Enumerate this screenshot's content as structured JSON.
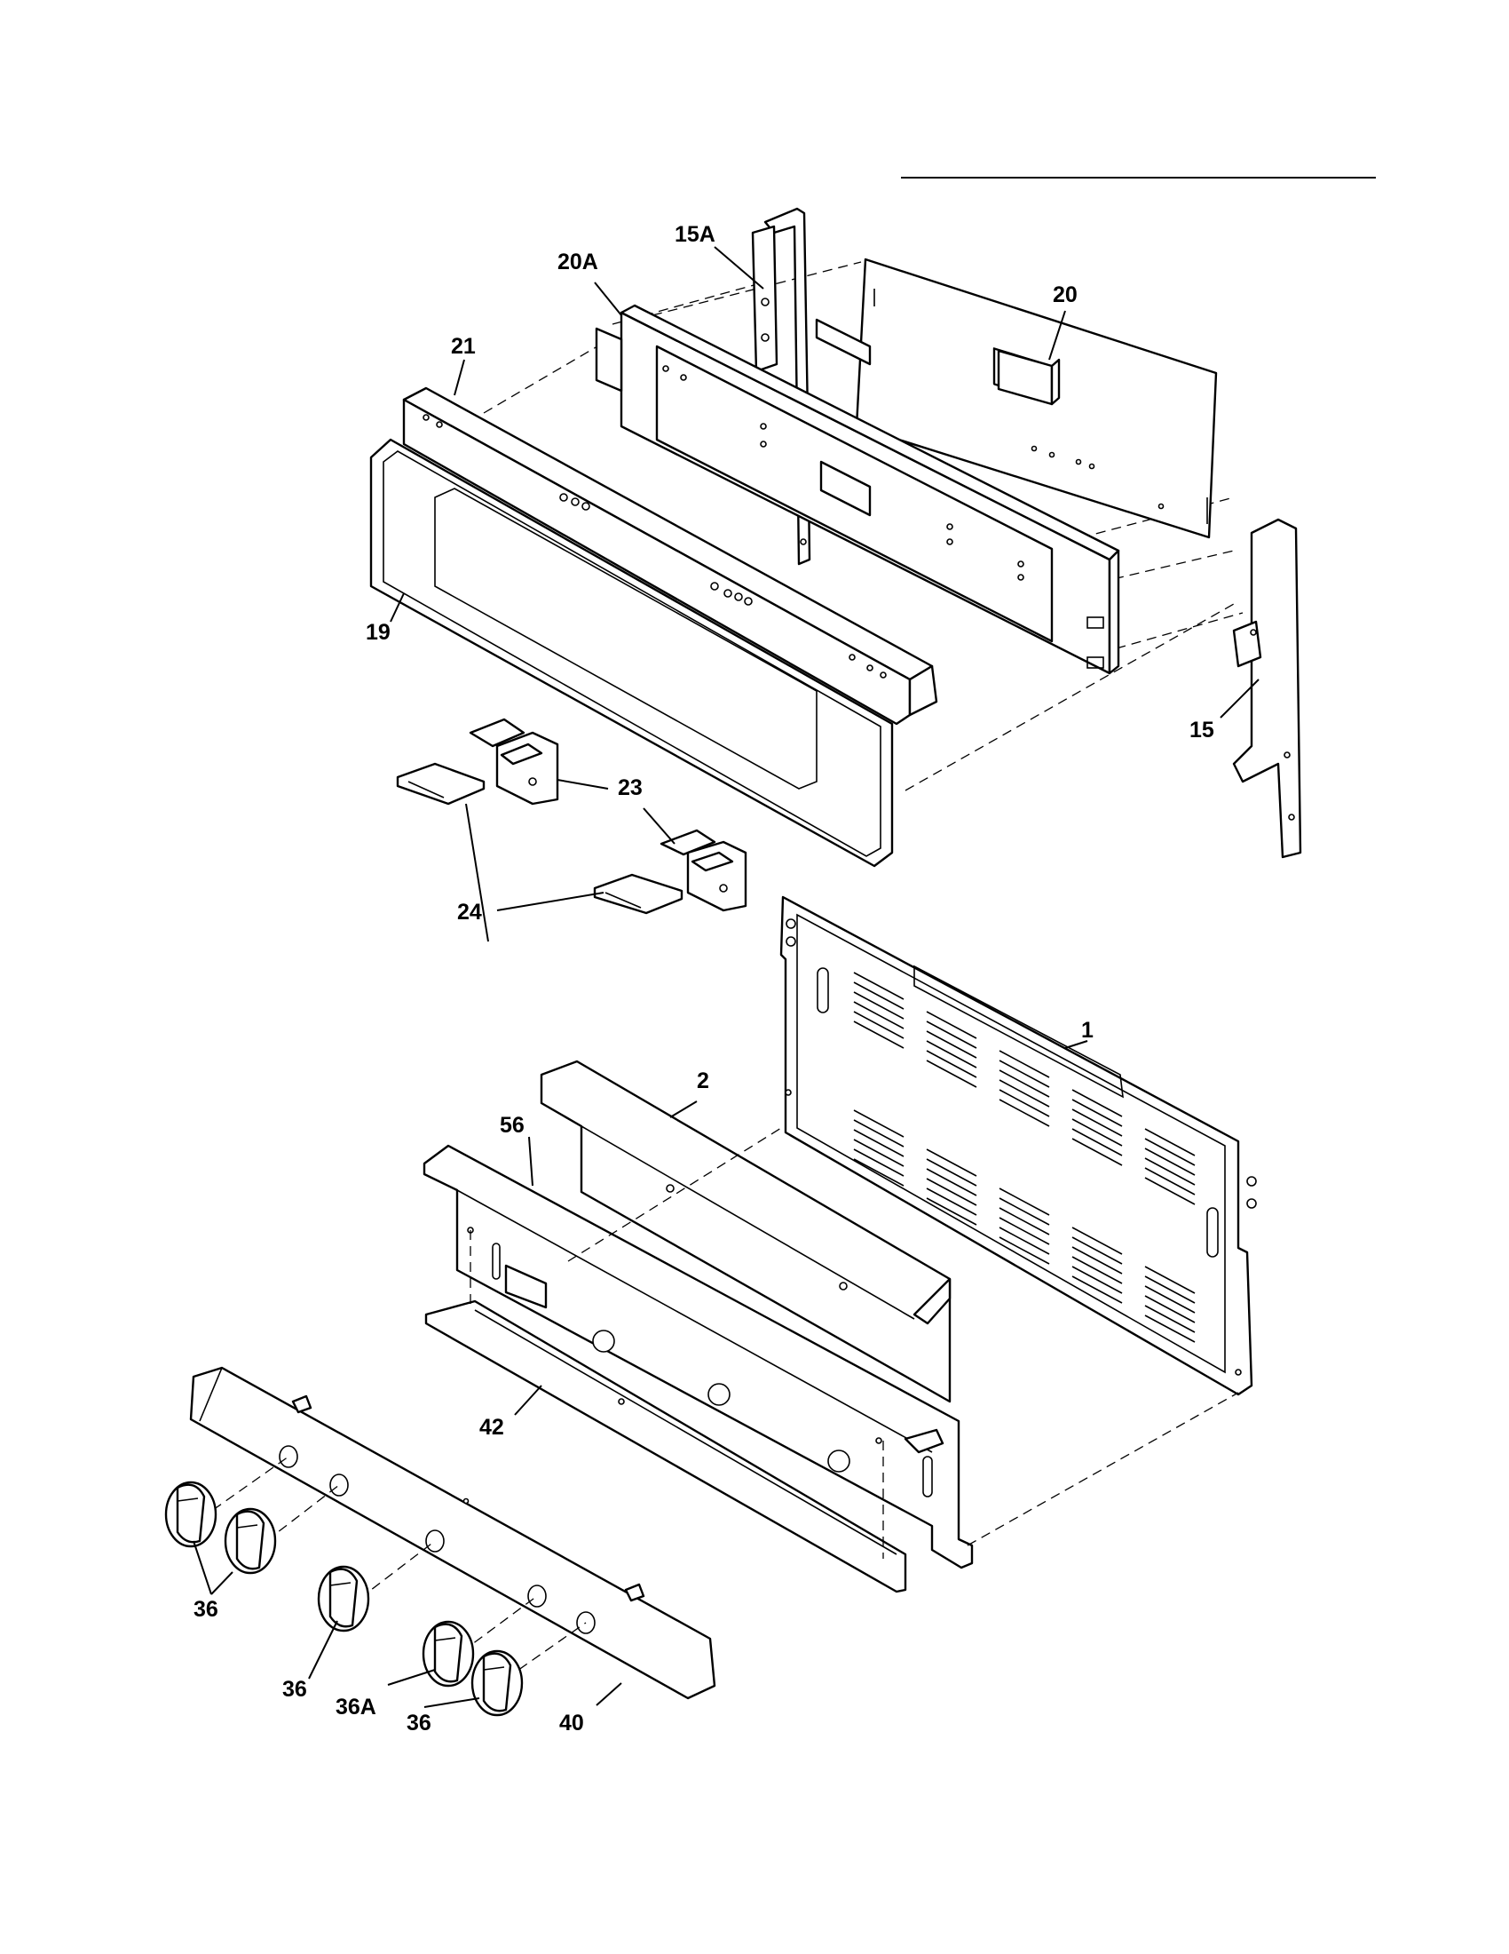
{
  "labels": {
    "p15a": "15A",
    "p20a": "20A",
    "p20": "20",
    "p21": "21",
    "p19": "19",
    "p15": "15",
    "p23": "23",
    "p24": "24",
    "p1": "1",
    "p2": "2",
    "p56": "56",
    "p42": "42",
    "p36_a": "36",
    "p36_b": "36",
    "p36a": "36A",
    "p36_c": "36",
    "p40": "40"
  }
}
